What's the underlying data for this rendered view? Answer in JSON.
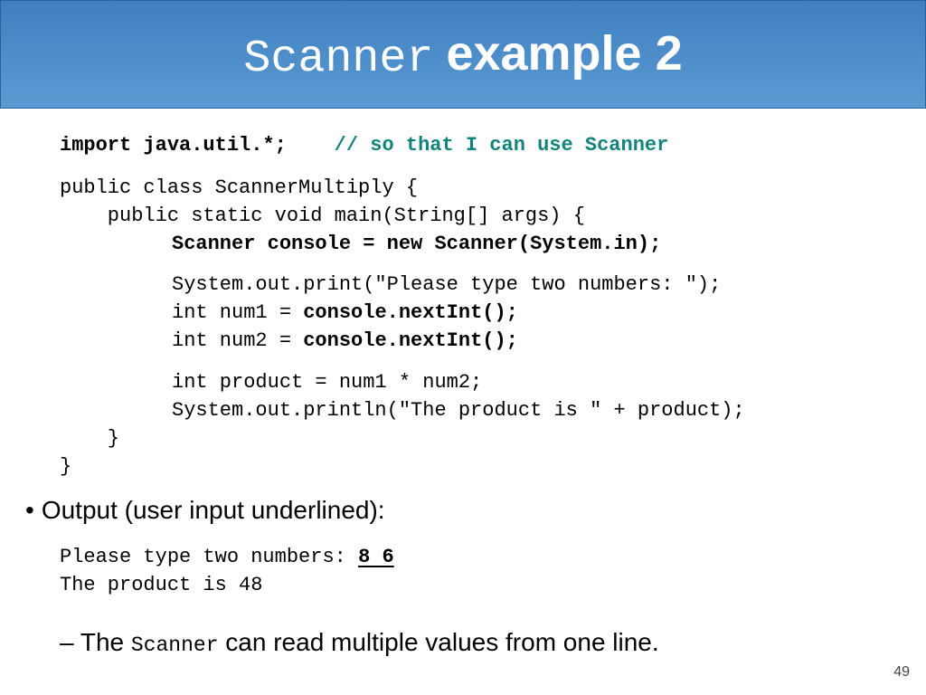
{
  "slide": {
    "title_mono": "Scanner",
    "title_text": "example 2",
    "page_number": "49"
  },
  "code": {
    "import_stmt": "import java.util.*;",
    "import_comment": "// so that I can use Scanner",
    "class_decl": "public class ScannerMultiply {",
    "main_decl": "    public static void main(String[] args) {",
    "scanner_decl": "Scanner console = new Scanner(System.in);",
    "print_prompt": "System.out.print(\"Please type two numbers: \");",
    "num1_prefix": "int num1 = ",
    "num1_call": "console.nextInt();",
    "num2_prefix": "int num2 = ",
    "num2_call": "console.nextInt();",
    "product_decl": "int product = num1 * num2;",
    "print_result": "System.out.println(\"The product is \" + product);",
    "close_method": "    }",
    "close_class": "}"
  },
  "bullet": {
    "dot": "•",
    "text": "Output (user input underlined):"
  },
  "output": {
    "line1_prompt": "Please type two numbers: ",
    "line1_input": "8 6",
    "line2": "The product is 48"
  },
  "note": {
    "dash": "–",
    "pre": "The ",
    "mono": "Scanner",
    "post": " can read multiple values from one line."
  }
}
